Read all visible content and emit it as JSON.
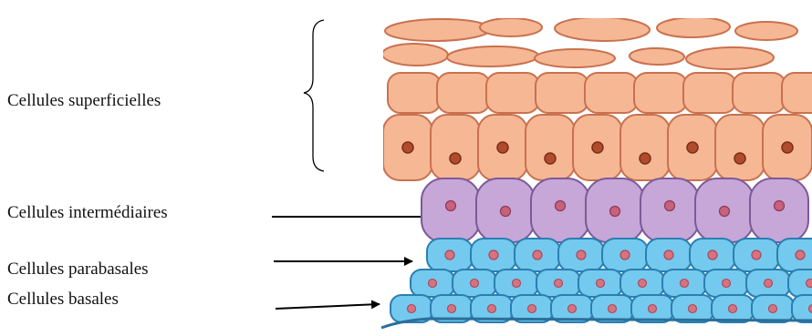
{
  "labels": {
    "superficial": "Cellules superficielles",
    "intermediate": "Cellules intermédiaires",
    "parabasal": "Cellules parabasales",
    "basal": "Cellules basales"
  },
  "colors": {
    "superficial_fill": "#f6b795",
    "superficial_stroke": "#c9714e",
    "superficial_nucleus": "#b04c2c",
    "intermediate_fill": "#c7a6d8",
    "intermediate_stroke": "#7b5a98",
    "intermediate_nucleus": "#c8617b",
    "basal_fill": "#74c9ee",
    "basal_stroke": "#2a7fb1",
    "basal_nucleus": "#d9727f",
    "arrow": "#000000"
  }
}
